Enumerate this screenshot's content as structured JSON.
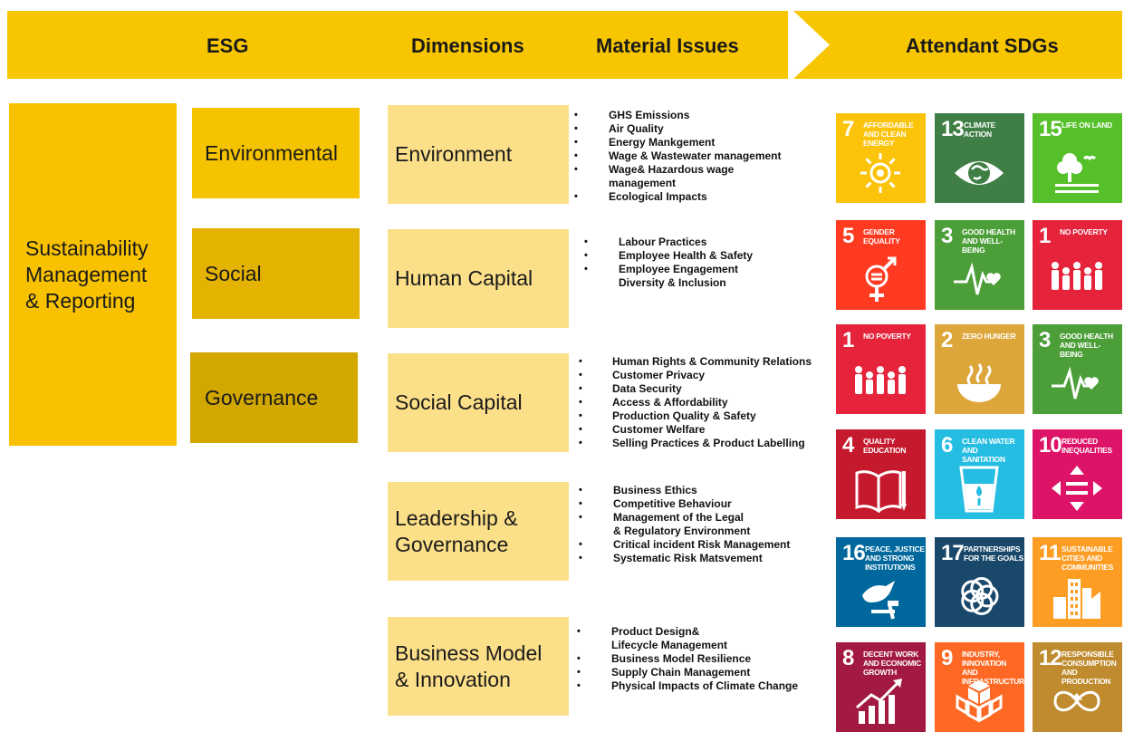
{
  "header": {
    "esg": "ESG",
    "dimensions": "Dimensions",
    "material_issues": "Material Issues",
    "attendant_sdgs": "Attendant SDGs"
  },
  "esg": {
    "root": "Sustainability\nManagement\n& Reporting",
    "environmental": "Environmental",
    "social": "Social",
    "governance": "Governance"
  },
  "dimensions": [
    "Environment",
    "Human Capital",
    "Social Capital",
    "Leadership &\nGovernance",
    "Business Model\n& Innovation"
  ],
  "issues": [
    [
      "GHS Emissions",
      "Air Quality",
      "Energy Mankgement",
      "Wage & Wastewater management",
      "Wage& Hazardous wage",
      "management",
      "Ecological Impacts"
    ],
    [
      "Labour Practices",
      "Employee Health & Safety",
      "Employee Engagement",
      "Diversity & Inclusion"
    ],
    [
      "Human Rights & Community Relations",
      "Customer Privacy",
      "Data Security",
      "Access & Affordability",
      "Production Quality & Safety",
      "Customer Welfare",
      "Selling Practices & Product Labelling"
    ],
    [
      "Business Ethics",
      "Competitive Behaviour",
      "Management of the Legal",
      "& Regulatory Environment",
      "Critical incident Risk Management",
      "Systematic Risk Matsvement"
    ],
    [
      "Product Design&",
      "Lifecycle Management",
      "Business Model Resilience",
      "Supply Chain Management",
      "Physical Impacts of Climate Change"
    ]
  ],
  "sdgs": [
    {
      "num": "7",
      "title": "Affordable and clean energy",
      "color": "#fcc30b",
      "icon": "sun-icon"
    },
    {
      "num": "13",
      "title": "Climate action",
      "color": "#3f7e44",
      "icon": "eye-globe-icon"
    },
    {
      "num": "15",
      "title": "Life on land",
      "color": "#56c02b",
      "icon": "tree-icon"
    },
    {
      "num": "5",
      "title": "Gender equality",
      "color": "#ff3a21",
      "icon": "gender-icon"
    },
    {
      "num": "3",
      "title": "Good health and well-being",
      "color": "#4c9f38",
      "icon": "heartbeat-icon"
    },
    {
      "num": "1",
      "title": "No poverty",
      "color": "#e5243b",
      "icon": "family-icon"
    },
    {
      "num": "1",
      "title": "No poverty",
      "color": "#e5243b",
      "icon": "family-icon"
    },
    {
      "num": "2",
      "title": "Zero hunger",
      "color": "#dda63a",
      "icon": "bowl-icon"
    },
    {
      "num": "3",
      "title": "Good health and well-being",
      "color": "#4c9f38",
      "icon": "heartbeat-icon"
    },
    {
      "num": "4",
      "title": "Quality education",
      "color": "#c5192d",
      "icon": "book-icon"
    },
    {
      "num": "6",
      "title": "Clean water and sanitation",
      "color": "#26bde2",
      "icon": "water-icon"
    },
    {
      "num": "10",
      "title": "Reduced inequalities",
      "color": "#dd1367",
      "icon": "equality-arrows-icon"
    },
    {
      "num": "16",
      "title": "Peace, justice and strong institutions",
      "color": "#00689d",
      "icon": "dove-icon"
    },
    {
      "num": "17",
      "title": "Partnerships for the goals",
      "color": "#19486a",
      "icon": "rings-icon"
    },
    {
      "num": "11",
      "title": "Sustainable cities and communities",
      "color": "#fd9d24",
      "icon": "city-icon"
    },
    {
      "num": "8",
      "title": "Decent work and economic growth",
      "color": "#a21942",
      "icon": "growth-chart-icon"
    },
    {
      "num": "9",
      "title": "Industry, innovation and infrastructure",
      "color": "#fd6925",
      "icon": "cubes-icon"
    },
    {
      "num": "12",
      "title": "Responsible consumption and production",
      "color": "#bf8b2e",
      "icon": "infinity-icon"
    }
  ]
}
